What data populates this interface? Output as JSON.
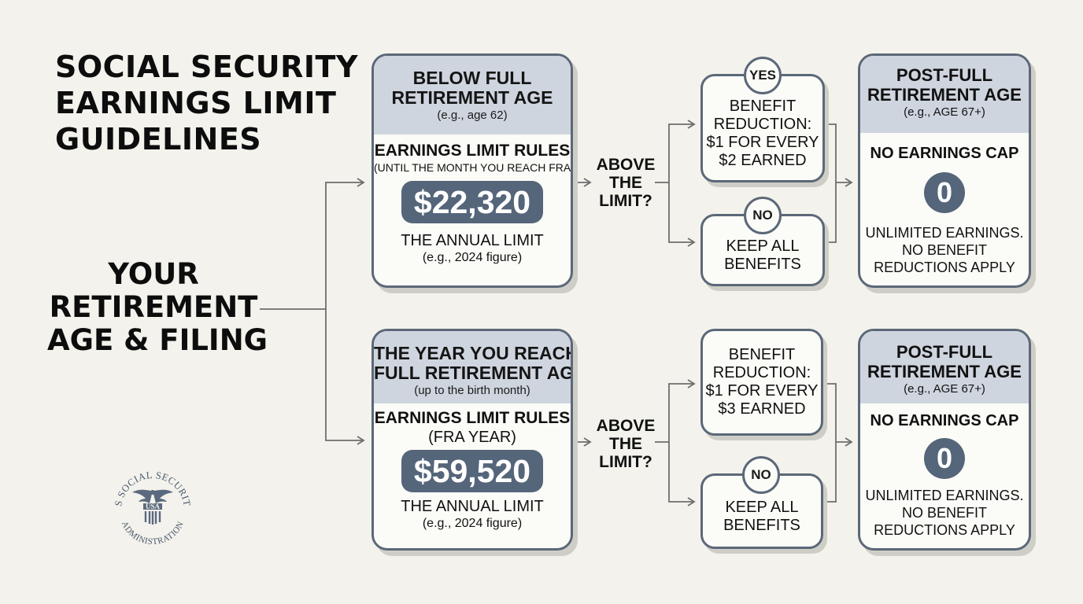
{
  "title": {
    "line1": "SOCIAL SECURITY",
    "line2": "EARNINGS LIMIT",
    "line3": "GUIDELINES"
  },
  "root": {
    "line1": "YOUR",
    "line2": "RETIREMENT",
    "line3": "AGE & FILING"
  },
  "top": {
    "card": {
      "title1": "BELOW FULL",
      "title2": "RETIREMENT AGE",
      "subtitle": "(e.g., age 62)",
      "rules_title": "EARNINGS LIMIT RULES",
      "rules_sub": "(UNTIL THE MONTH YOU REACH FRA)",
      "amount": "$22,320",
      "limit_label": "THE ANNUAL LIMIT",
      "limit_note": "(e.g., 2024 figure)"
    },
    "question": {
      "line1": "ABOVE",
      "line2": "THE",
      "line3": "LIMIT?"
    },
    "yes": {
      "badge": "YES",
      "line1": "BENEFIT",
      "line2": "REDUCTION:",
      "line3": "$1 FOR EVERY",
      "line4": "$2 EARNED"
    },
    "no": {
      "badge": "NO",
      "line1": "KEEP ALL",
      "line2": "BENEFITS"
    },
    "result": {
      "title1": "POST-FULL",
      "title2": "RETIREMENT AGE",
      "subtitle": "(e.g., AGE 67+)",
      "cap": "NO EARNINGS CAP",
      "zero": "0",
      "desc1": "UNLIMITED EARNINGS.",
      "desc2": "NO BENEFIT",
      "desc3": "REDUCTIONS APPLY"
    }
  },
  "bottom": {
    "card": {
      "title1": "THE YEAR YOU REACH",
      "title2": "FULL RETIREMENT AGE",
      "subtitle": "(up to the birth month)",
      "rules_title": "EARNINGS LIMIT RULES",
      "rules_sub": "(FRA YEAR)",
      "amount": "$59,520",
      "limit_label": "THE ANNUAL LIMIT",
      "limit_note": "(e.g., 2024 figure)"
    },
    "question": {
      "line1": "ABOVE",
      "line2": "THE",
      "line3": "LIMIT?"
    },
    "yes": {
      "line1": "BENEFIT",
      "line2": "REDUCTION:",
      "line3": "$1 FOR EVERY",
      "line4": "$3 EARNED"
    },
    "no": {
      "badge": "NO",
      "line1": "KEEP ALL",
      "line2": "BENEFITS"
    },
    "result": {
      "title1": "POST-FULL",
      "title2": "RETIREMENT AGE",
      "subtitle": "(e.g., AGE 67+)",
      "cap": "NO EARNINGS CAP",
      "zero": "0",
      "desc1": "UNLIMITED EARNINGS.",
      "desc2": "NO BENEFIT",
      "desc3": "REDUCTIONS APPLY"
    }
  },
  "seal": {
    "top_text": "US SOCIAL SECURITY",
    "center_text": "USA",
    "bottom_text": "ADMINISTRATION"
  },
  "colors": {
    "background": "#f3f2ec",
    "card_border": "#5b6878",
    "header_fill": "#cfd5df",
    "pill_fill": "#55657a",
    "connector": "#6e6e6e"
  }
}
